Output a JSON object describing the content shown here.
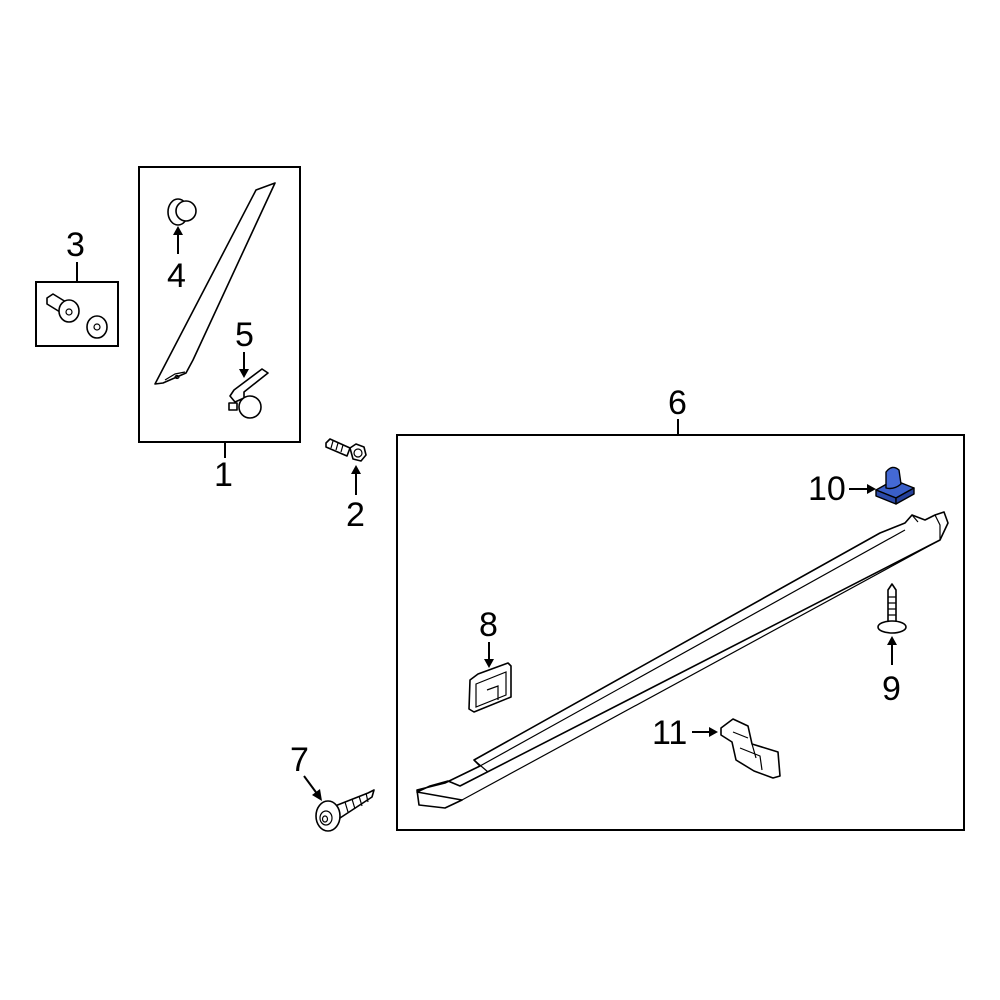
{
  "diagram": {
    "type": "exploded-parts-diagram",
    "highlight_color": "#3a5fc8",
    "line_color": "#000000",
    "background": "#ffffff"
  },
  "callouts": [
    {
      "id": "1",
      "label": "1",
      "part": "pillar-trim-molding-assembly"
    },
    {
      "id": "2",
      "label": "2",
      "part": "hex-bolt"
    },
    {
      "id": "3",
      "label": "3",
      "part": "rivet-and-washer-kit"
    },
    {
      "id": "4",
      "label": "4",
      "part": "push-pin-clip"
    },
    {
      "id": "5",
      "label": "5",
      "part": "molding-clip"
    },
    {
      "id": "6",
      "label": "6",
      "part": "running-board-step-assembly"
    },
    {
      "id": "7",
      "label": "7",
      "part": "tapping-screw-with-washer"
    },
    {
      "id": "8",
      "label": "8",
      "part": "bracket-pad"
    },
    {
      "id": "9",
      "label": "9",
      "part": "flange-screw"
    },
    {
      "id": "10",
      "label": "10",
      "part": "retainer-nut",
      "highlighted": true
    },
    {
      "id": "11",
      "label": "11",
      "part": "mounting-bracket"
    }
  ]
}
